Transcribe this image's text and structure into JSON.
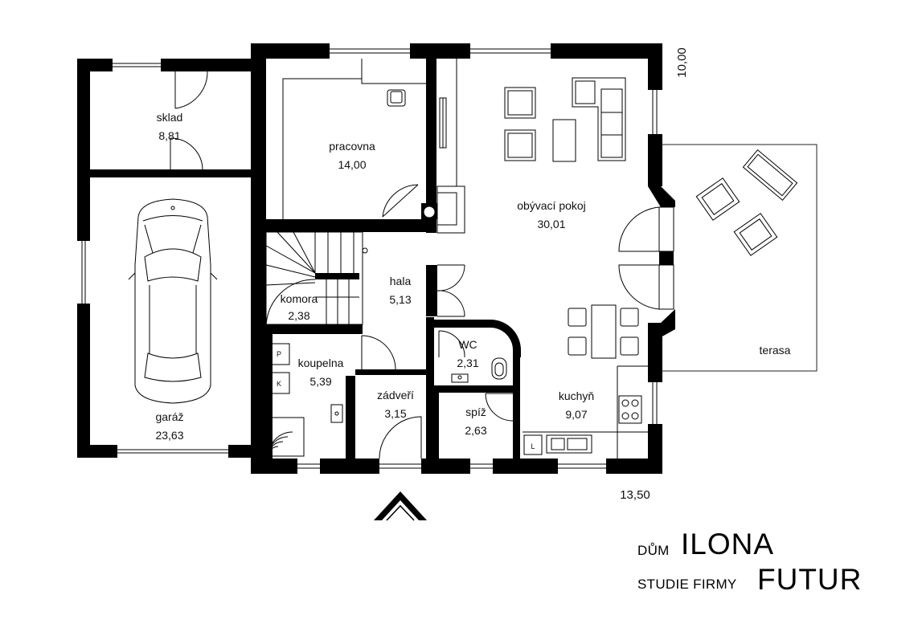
{
  "rooms": {
    "sklad": {
      "name": "sklad",
      "area": "8,81"
    },
    "garaz": {
      "name": "garáž",
      "area": "23,63"
    },
    "pracovna": {
      "name": "pracovna",
      "area": "14,00"
    },
    "obyvaci": {
      "name": "obývací pokoj",
      "area": "30,01"
    },
    "hala": {
      "name": "hala",
      "area": "5,13"
    },
    "komora": {
      "name": "komora",
      "area": "2,38"
    },
    "koupelna": {
      "name": "koupelna",
      "area": "5,39"
    },
    "zadveri": {
      "name": "zádveří",
      "area": "3,15"
    },
    "wc": {
      "name": "WC",
      "area": "2,31"
    },
    "spiz": {
      "name": "spíž",
      "area": "2,63"
    },
    "kuchyn": {
      "name": "kuchyň",
      "area": "9,07"
    },
    "terasa": {
      "name": "terasa"
    }
  },
  "dimensions": {
    "width": "13,50",
    "depth": "10,00"
  },
  "fixtures": {
    "p": "P",
    "k": "K",
    "l": "L"
  },
  "title": {
    "dum_label": "DŮM",
    "dum_name": "ILONA",
    "studie_label": "STUDIE FIRMY",
    "studie_name": "FUTUR"
  }
}
